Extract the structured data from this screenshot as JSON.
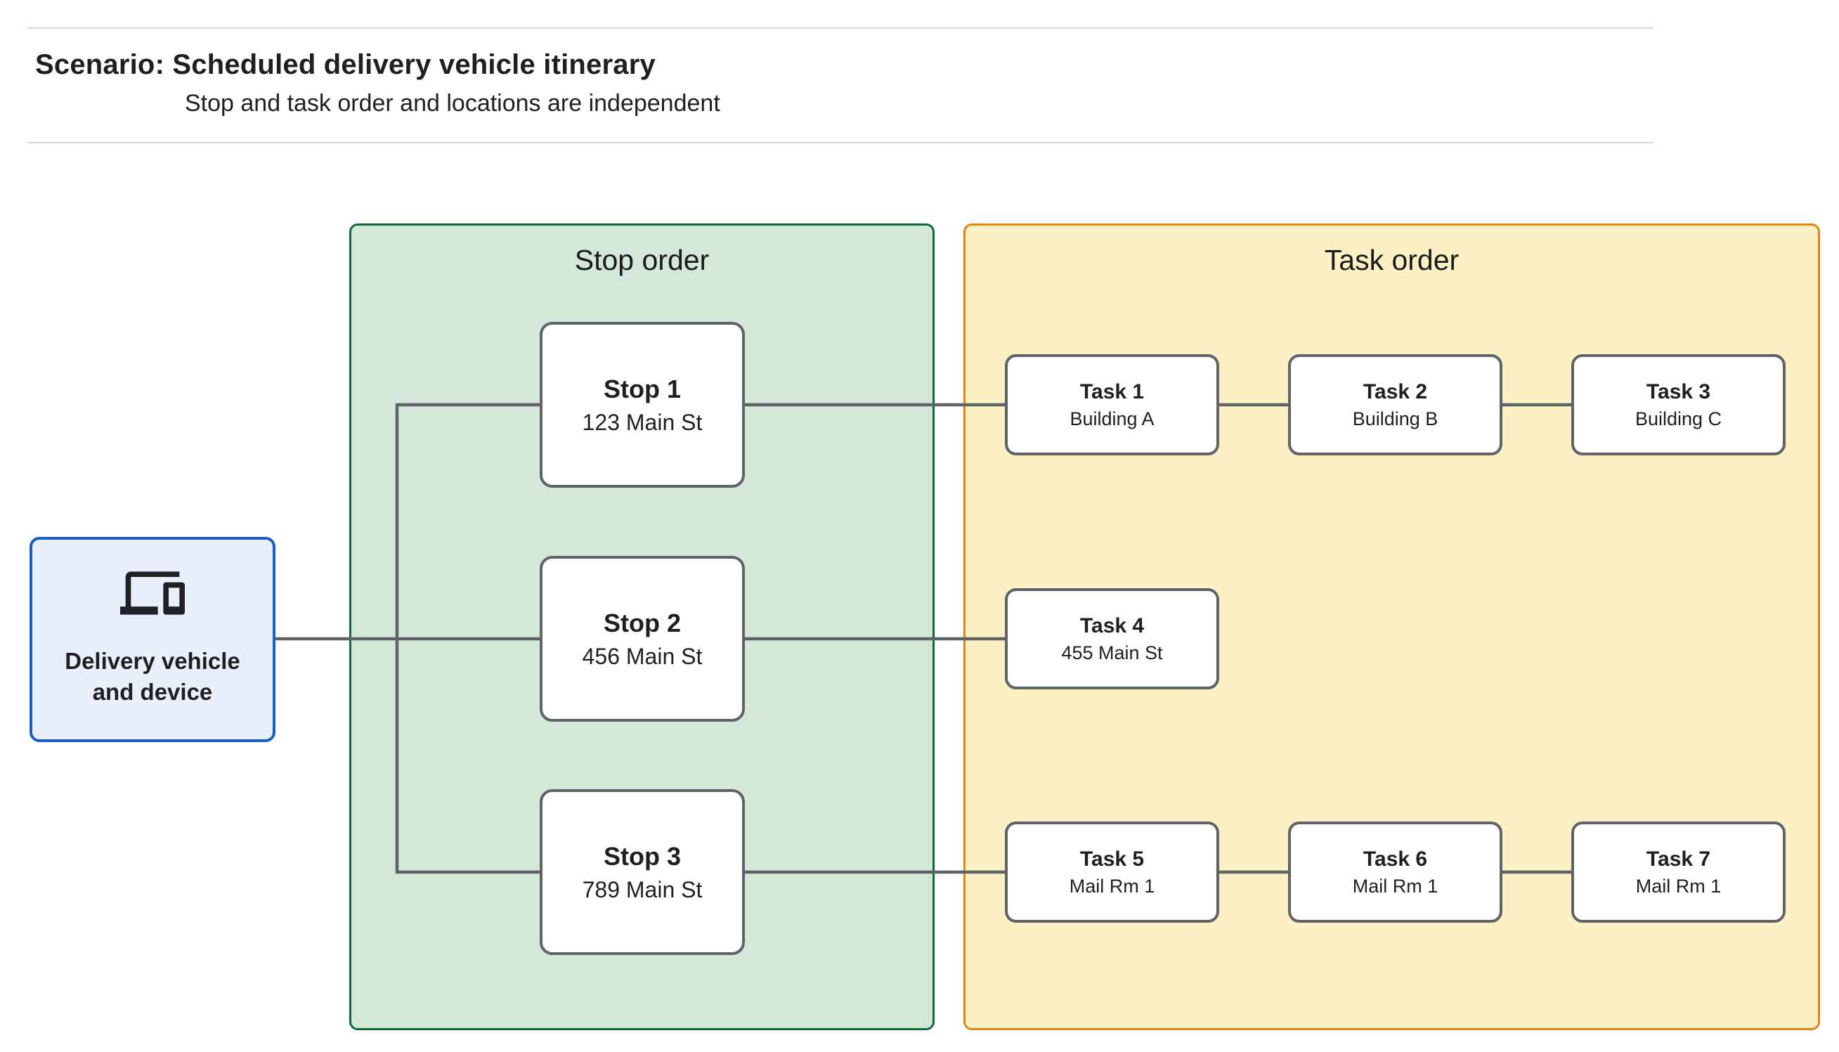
{
  "header": {
    "title": "Scenario: Scheduled delivery vehicle itinerary",
    "subtitle": "Stop and task order and locations are independent"
  },
  "device_node": {
    "icon": "devices-icon",
    "label_line1": "Delivery vehicle",
    "label_line2": "and device"
  },
  "panels": {
    "stop": {
      "title": "Stop order"
    },
    "task": {
      "title": "Task order"
    }
  },
  "stops": [
    {
      "title": "Stop 1",
      "address": "123 Main St"
    },
    {
      "title": "Stop 2",
      "address": "456 Main St"
    },
    {
      "title": "Stop 3",
      "address": "789 Main St"
    }
  ],
  "tasks": [
    {
      "title": "Task 1",
      "location": "Building A"
    },
    {
      "title": "Task 2",
      "location": "Building B"
    },
    {
      "title": "Task 3",
      "location": "Building C"
    },
    {
      "title": "Task 4",
      "location": "455 Main St"
    },
    {
      "title": "Task 5",
      "location": "Mail Rm 1"
    },
    {
      "title": "Task 6",
      "location": "Mail Rm 1"
    },
    {
      "title": "Task 7",
      "location": "Mail Rm 1"
    }
  ],
  "colors": {
    "rule_color": "#D9D9D9",
    "text_color": "#1F1F1F",
    "green_fill": "#D4E8D9",
    "green_border": "#0E6C38",
    "yellow_fill": "#FCF1C5",
    "orange_border": "#E8830D",
    "blue_fill": "#E9EFFB",
    "blue_border": "#1B5CC8",
    "node_border": "#5F6368",
    "connector": "#5F6368",
    "icon_color": "#202124"
  }
}
